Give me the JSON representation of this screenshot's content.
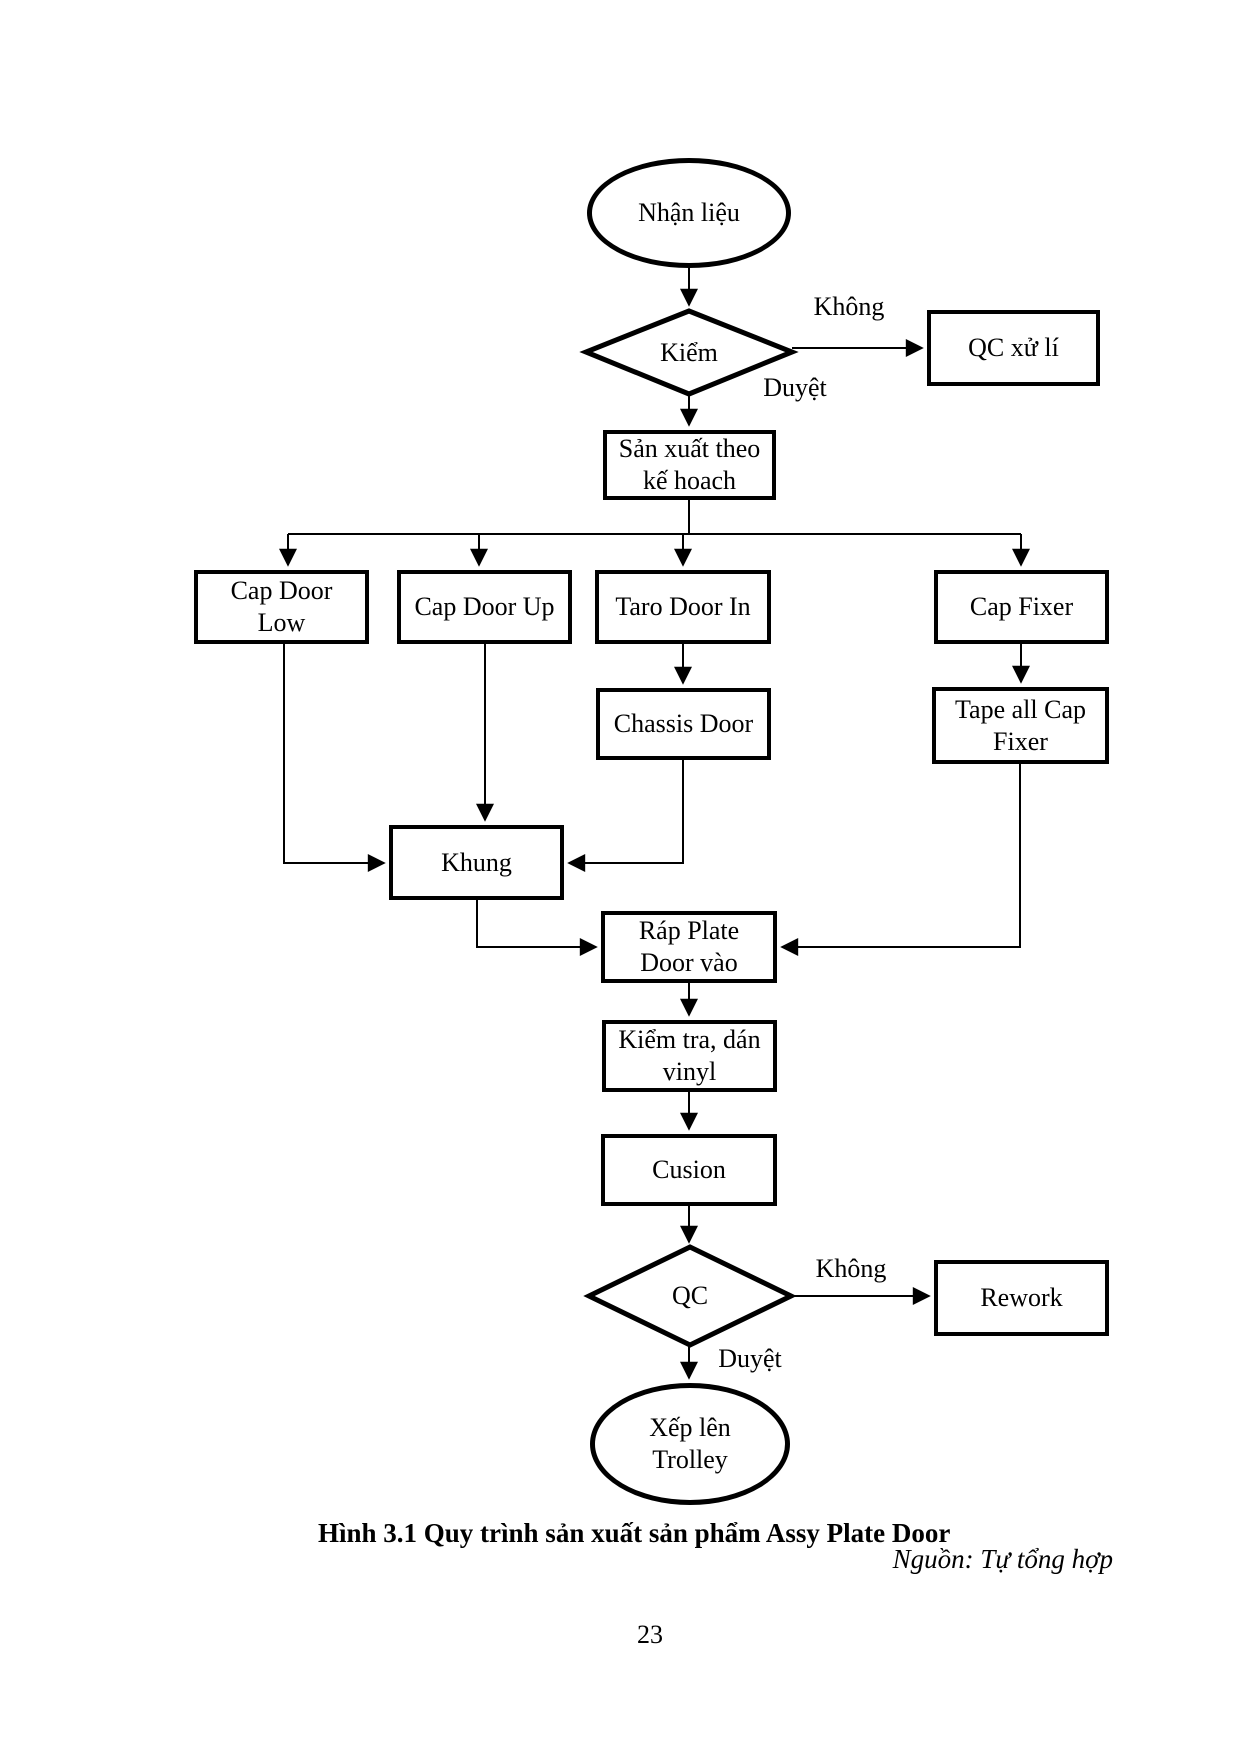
{
  "colors": {
    "ink": "#000000",
    "paper": "#ffffff"
  },
  "flowchart": {
    "nodes": {
      "nhan_lieu": {
        "type": "terminal-ellipse",
        "label": "Nhận liệu"
      },
      "kiem": {
        "type": "decision-diamond",
        "label": "Kiểm"
      },
      "qc_xu_li": {
        "type": "process-box",
        "label": "QC xử lí"
      },
      "san_xuat": {
        "type": "process-box",
        "lines": [
          "Sản xuất theo",
          "kế hoach"
        ]
      },
      "cap_door_low": {
        "type": "process-box",
        "lines": [
          "Cap Door",
          "Low"
        ]
      },
      "cap_door_up": {
        "type": "process-box",
        "label": "Cap Door Up"
      },
      "taro_door_in": {
        "type": "process-box",
        "label": "Taro Door In"
      },
      "cap_fixer": {
        "type": "process-box",
        "label": "Cap Fixer"
      },
      "chassis_door": {
        "type": "process-box",
        "label": "Chassis Door"
      },
      "tape_all_cap_fixer": {
        "type": "process-box",
        "lines": [
          "Tape all Cap",
          "Fixer"
        ]
      },
      "khung": {
        "type": "process-box",
        "label": "Khung"
      },
      "rap_plate_door_vao": {
        "type": "process-box",
        "lines": [
          "Ráp Plate",
          "Door vào"
        ]
      },
      "kiem_tra_dan_vinyl": {
        "type": "process-box",
        "lines": [
          "Kiểm tra, dán",
          "vinyl"
        ]
      },
      "cusion": {
        "type": "process-box",
        "label": "Cusion"
      },
      "qc": {
        "type": "decision-diamond",
        "label": "QC"
      },
      "rework": {
        "type": "process-box",
        "label": "Rework"
      },
      "xep_len_trolley": {
        "type": "terminal-ellipse",
        "lines": [
          "Xếp lên",
          "Trolley"
        ]
      }
    },
    "edge_labels": {
      "kiem_khong": "Không",
      "kiem_duyet": "Duyệt",
      "qc_khong": "Không",
      "qc_duyet": "Duyệt"
    }
  },
  "caption": "Hình 3.1 Quy trình sản xuất sản phẩm Assy Plate Door",
  "source_note": "Nguồn: Tự tổng hợp",
  "page_number": "23"
}
